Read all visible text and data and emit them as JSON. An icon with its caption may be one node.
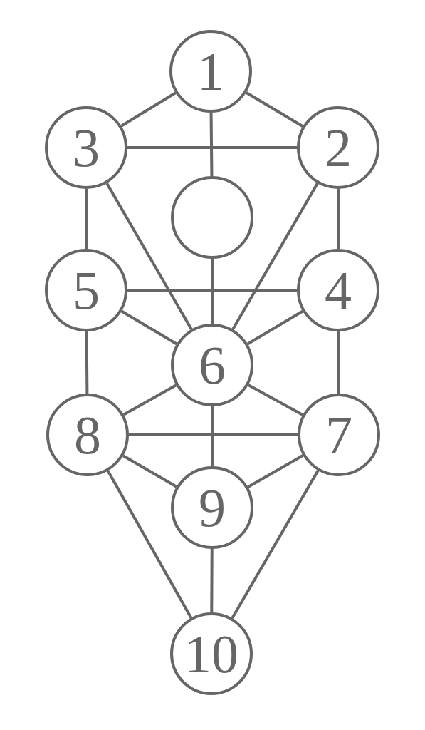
{
  "diagram": {
    "nodes": [
      {
        "text": [
          "1"
        ]
      },
      {
        "text": [
          "3"
        ]
      },
      {
        "text": [
          "2"
        ]
      },
      {
        "text": [],
        "shape": "circle"
      },
      {
        "text": [
          "5"
        ]
      },
      {
        "text": [
          "4"
        ]
      },
      {
        "text": [
          "6"
        ]
      },
      {
        "text": [
          "8"
        ]
      },
      {
        "text": [
          "7"
        ]
      },
      {
        "text": [
          "9"
        ]
      },
      {
        "text": [
          "10"
        ]
      }
    ],
    "edges": [
      {
        "from": 0,
        "to": 1,
        "arrow": "none"
      },
      {
        "from": 0,
        "to": 2,
        "arrow": "none"
      },
      {
        "from": 0,
        "to": 3,
        "arrow": "none"
      },
      {
        "from": 1,
        "to": 2,
        "arrow": "none"
      },
      {
        "from": 1,
        "to": 4,
        "arrow": "none"
      },
      {
        "from": 1,
        "to": 6,
        "arrow": "none"
      },
      {
        "from": 2,
        "to": 6,
        "arrow": "none"
      },
      {
        "from": 2,
        "to": 5,
        "arrow": "none"
      },
      {
        "from": 3,
        "to": 6,
        "arrow": "none"
      },
      {
        "from": 4,
        "to": 5,
        "arrow": "none"
      },
      {
        "from": 4,
        "to": 6,
        "arrow": "none"
      },
      {
        "from": 5,
        "to": 6,
        "arrow": "none"
      },
      {
        "from": 4,
        "to": 7,
        "arrow": "none"
      },
      {
        "from": 5,
        "to": 8,
        "arrow": "none"
      },
      {
        "from": 6,
        "to": 7,
        "arrow": "none"
      },
      {
        "from": 6,
        "to": 8,
        "arrow": "none"
      },
      {
        "from": 6,
        "to": 9,
        "arrow": "none"
      },
      {
        "from": 7,
        "to": 8,
        "arrow": "none"
      },
      {
        "from": 7,
        "to": 9,
        "arrow": "none"
      },
      {
        "from": 8,
        "to": 9,
        "arrow": "none"
      },
      {
        "from": 7,
        "to": 10,
        "arrow": "none"
      },
      {
        "from": 8,
        "to": 10,
        "arrow": "none"
      },
      {
        "from": 9,
        "to": 10,
        "arrow": "none"
      }
    ]
  }
}
